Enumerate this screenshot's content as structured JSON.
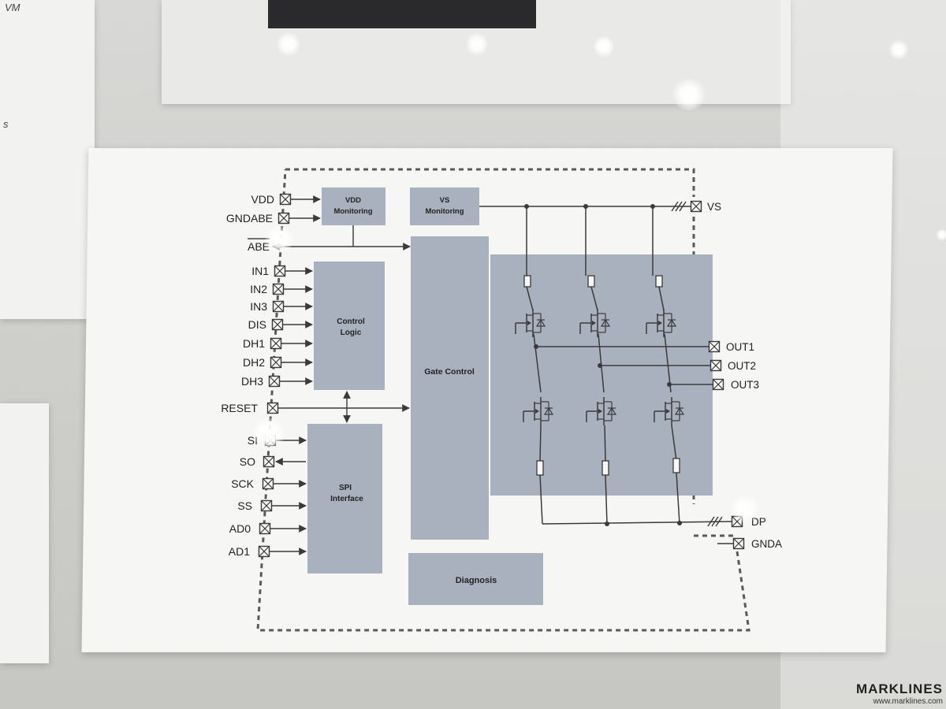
{
  "background": {
    "top_card_fragments": [
      "VM",
      "s"
    ]
  },
  "diagram": {
    "blocks": {
      "vdd_monitoring": [
        "VDD",
        "Monitoring"
      ],
      "vs_monitoring": [
        "VS",
        "Monitoring"
      ],
      "control_logic": [
        "Control",
        "Logic"
      ],
      "spi_interface": [
        "SPI",
        "Interface"
      ],
      "gate_control": "Gate Control",
      "diagnosis": "Diagnosis"
    },
    "left_pins": {
      "vdd": "VDD",
      "gndabe": "GNDABE",
      "abe": "ABE",
      "in1": "IN1",
      "in2": "IN2",
      "in3": "IN3",
      "dis": "DIS",
      "dh1": "DH1",
      "dh2": "DH2",
      "dh3": "DH3",
      "reset": "RESET",
      "si": "SI",
      "so": "SO",
      "sck": "SCK",
      "ss": "SS",
      "ad0": "AD0",
      "ad1": "AD1"
    },
    "right_pins": {
      "vs": "VS",
      "out1": "OUT1",
      "out2": "OUT2",
      "out3": "OUT3",
      "gndp": "DP",
      "gnda": "GNDA"
    },
    "colors": {
      "block_fill": "#a9b1bf",
      "line": "#3a3a3a",
      "dashed_border": "#5a5a5a"
    }
  },
  "watermark": {
    "logo": "MARKLINES",
    "url": "www.marklines.com"
  }
}
